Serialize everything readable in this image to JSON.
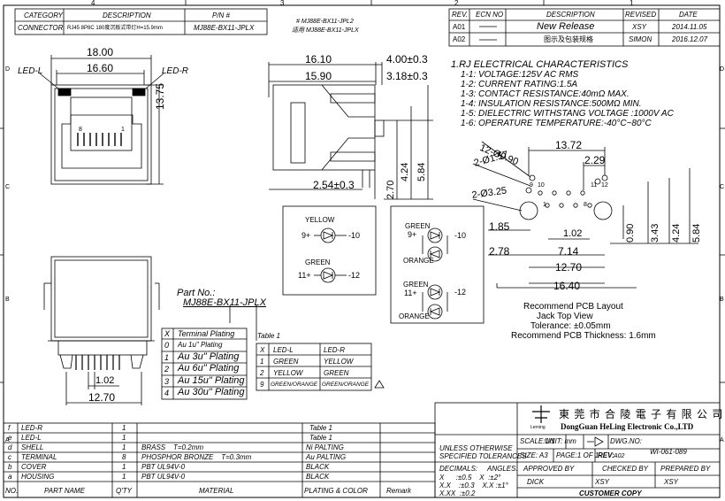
{
  "header": {
    "cols": [
      "CATEGORY",
      "DESCRIPTION",
      "P/N #"
    ],
    "row": [
      "CONNECTOR",
      "RJ45 8P8C 180度沉板式带灯H=15.9mm",
      "MJ88E-BX11-JPLX"
    ],
    "part_lines": [
      "# MJ88E-BX11-JPL2",
      "适用 MJ88E-BX11-JPLX"
    ]
  },
  "zone_numbers": [
    "4",
    "3",
    "2",
    "1"
  ],
  "zone_letters": [
    "D",
    "C",
    "B",
    "A"
  ],
  "revision": {
    "headers": [
      "REV.",
      "ECN NO",
      "DESCRIPTION",
      "REVISED",
      "DATE"
    ],
    "rows": [
      [
        "A01",
        "",
        "New Release",
        "XSY",
        "2014.11.05"
      ],
      [
        "A02",
        "",
        "图示及包装规格",
        "SIMON",
        "2016.12.07"
      ]
    ]
  },
  "front_view": {
    "dims": [
      "18.00",
      "16.60",
      "13.75",
      "1.02",
      "12.70"
    ],
    "led_left": "LED-L",
    "led_right": "LED-R",
    "pin_1": "1",
    "pin_8": "8"
  },
  "side_view": {
    "dims": [
      "16.10",
      "15.90",
      "4.00±0.3",
      "3.18±0.3",
      "2.54±0.3",
      "2.70",
      "4.24",
      "5.84"
    ]
  },
  "electrical": {
    "title": "1.RJ ELECTRICAL CHARACTERISTICS",
    "items": [
      "1-1: VOLTAGE:125V AC RMS",
      "1-2: CURRENT RATING:1.5A",
      "1-3: CONTACT RESISTANCE:40mΩ MAX.",
      "1-4: INSULATION RESISTANCE:500MΩ MIN.",
      "1-5: DIELECTRIC WITHSTANG VOLTAGE :1000V AC",
      "1-6: OPERATURE TEMPERATURE:-40°C~80°C"
    ]
  },
  "pcb": {
    "dims": [
      "13.72",
      "2.29",
      "12-Ø0.90",
      "2-Ø1.57",
      "2-Ø3.25",
      "1.85",
      "1.02",
      "2.78",
      "7.14",
      "12.70",
      "16.40",
      "0.90",
      "3.43",
      "4.24",
      "5.84"
    ],
    "pins": [
      "9",
      "10",
      "11",
      "12",
      "1",
      "8"
    ],
    "caption": [
      "Recommend PCB Layout",
      "Jack Top View",
      "Tolerance: ±0.05mm",
      "Recommend PCB Thickness: 1.6mm"
    ]
  },
  "led_diagrams": {
    "left": {
      "top": "YELLOW",
      "top_pins": [
        "9+",
        "-10"
      ],
      "bottom": "GREEN",
      "bottom_pins": [
        "11+",
        "-12"
      ]
    },
    "right": {
      "g1": "GREEN",
      "g1_pins": [
        "9+",
        "-10"
      ],
      "o1": "ORANGE",
      "g2": "GREEN",
      "g2_pins": [
        "11+",
        "-12"
      ],
      "o2": "ORANGE"
    }
  },
  "part_no": {
    "label": "Part No.:",
    "value": "MJ88E-BX11-JPLX"
  },
  "plating_table": {
    "headers": [
      "X",
      "Terminal Plating"
    ],
    "rows": [
      [
        "0",
        "Au 1u\" Plating"
      ],
      [
        "1",
        "Au 3u\" Plating"
      ],
      [
        "2",
        "Au 6u\" Plating"
      ],
      [
        "3",
        "Au 15u\" Plating"
      ],
      [
        "4",
        "Au 30u\" Plating"
      ]
    ]
  },
  "table1": {
    "title": "Table 1",
    "headers": [
      "X",
      "LED-L",
      "LED-R"
    ],
    "rows": [
      [
        "1",
        "GREEN",
        "YELLOW"
      ],
      [
        "2",
        "YELLOW",
        "GREEN"
      ],
      [
        "9",
        "GREEN/ORANGE",
        "GREEN/ORANGE"
      ]
    ]
  },
  "bom": {
    "headers": [
      "NO.",
      "PART NAME",
      "Q'TY",
      "MATERIAL",
      "PLATING & COLOR",
      "Remark"
    ],
    "rows": [
      [
        "f",
        "LED-R",
        "1",
        "",
        "Table 1",
        ""
      ],
      [
        "e",
        "LED-L",
        "1",
        "",
        "Table 1",
        ""
      ],
      [
        "d",
        "SHELL",
        "1",
        "BRASS    T=0.2mm",
        "Ni PALTING",
        ""
      ],
      [
        "c",
        "TERMINAL",
        "8",
        "PHOSPHOR BRONZE    T=0.3mm",
        "Au PALTING",
        ""
      ],
      [
        "b",
        "COVER",
        "1",
        "PBT UL94V-0",
        "BLACK",
        ""
      ],
      [
        "a",
        "HOUSING",
        "1",
        "PBT UL94V-0",
        "BLACK",
        ""
      ]
    ]
  },
  "title_block": {
    "company_cn": "東 莞 市 合 陵 電 子 有 限 公 司",
    "company_en": "DongGuan HeLing Electronic Co.,LTD",
    "logo_text": "Lerning",
    "tolerance_lines": [
      "UNLESS OTHERWISE",
      "SPECIFIED TOLERANCES"
    ],
    "scale": "SCALE:1/1",
    "unit": "UNIT: mm",
    "dwg_no_label": "DWG.NO:",
    "dwg_no": "WI-061-089",
    "size": "SIZE: A3",
    "page": "PAGE:1 OF 1",
    "rev": "REV:",
    "rev_val": "A02",
    "decimals": "DECIMALS:",
    "angles": "ANGLES:",
    "tol_rows": [
      "X      :±0.5    X  :±2°",
      "X.X    :±0.3    X.X :±1°",
      "X.XX  :±0.2"
    ],
    "approved_by": "APPROVED BY",
    "checked_by": "CHECKED BY",
    "prepared_by": "PREPARED BY",
    "approved": "DICK",
    "checked": "XSY",
    "prepared": "XSY",
    "customer_copy": "CUSTOMER COPY"
  }
}
